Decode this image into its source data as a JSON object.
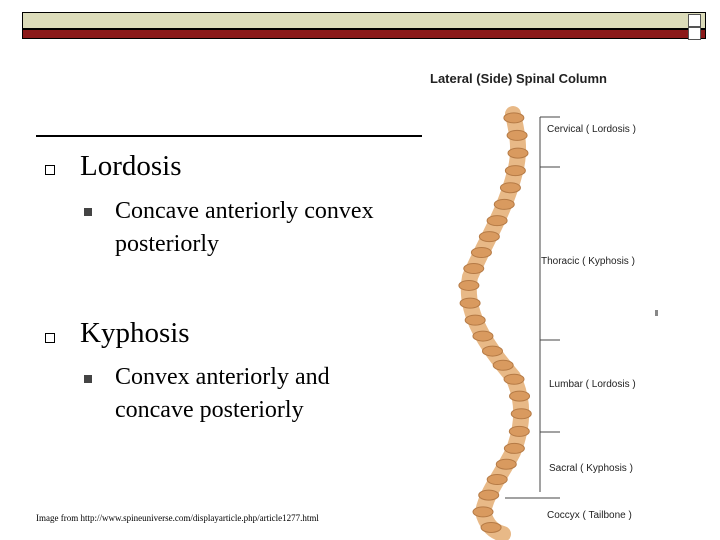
{
  "slide": {
    "items": [
      {
        "title": "Lordosis",
        "sub": [
          "Concave anteriorly convex",
          "posteriorly"
        ]
      },
      {
        "title": "Kyphosis",
        "sub": [
          "Convex anteriorly and",
          "concave posteriorly"
        ]
      }
    ],
    "caption": "Image from http://www.spineuniverse.com/displayarticle.php/article1277.html"
  },
  "figure": {
    "title": "Lateral (Side) Spinal Column",
    "labels": {
      "cervical": "Cervical ( Lordosis )",
      "thoracic": "Thoracic ( Kyphosis )",
      "lumbar": "Lumbar ( Lordosis )",
      "sacral": "Sacral ( Kyphosis )",
      "coccyx": "Coccyx ( Tailbone )"
    }
  },
  "colors": {
    "band": "#dcdcba",
    "accent": "#8b1a1a",
    "bone": "#e8b987"
  }
}
